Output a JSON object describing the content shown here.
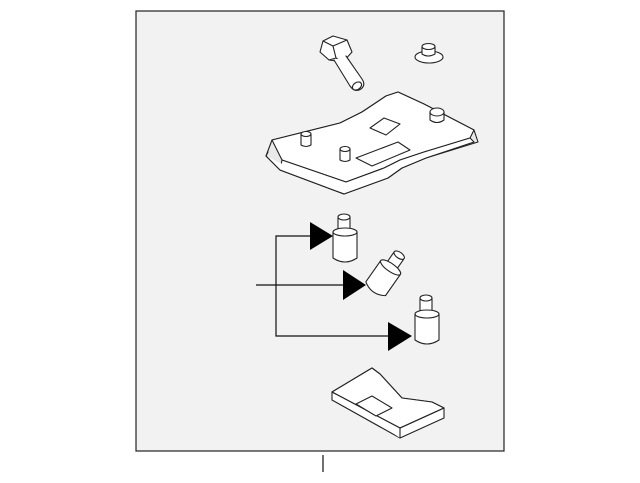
{
  "diagram": {
    "type": "exploded-parts-illustration",
    "parts": [
      {
        "id": "bolt",
        "icon": "bolt-icon"
      },
      {
        "id": "clip",
        "icon": "clip-icon"
      },
      {
        "id": "lamp-housing",
        "icon": "lamp-housing-icon"
      },
      {
        "id": "bulb-upper",
        "icon": "bulb-icon"
      },
      {
        "id": "bulb-middle",
        "icon": "bulb-icon"
      },
      {
        "id": "bulb-lower",
        "icon": "bulb-icon"
      },
      {
        "id": "lens",
        "icon": "lens-icon"
      }
    ],
    "callouts": [
      "bracket-lines-with-arrows-to-bulbs",
      "bottom-leader-line"
    ],
    "colors": {
      "background": "#f2f2f2",
      "stroke": "#222222",
      "fill": "#ffffff",
      "arrow": "#000000"
    }
  }
}
